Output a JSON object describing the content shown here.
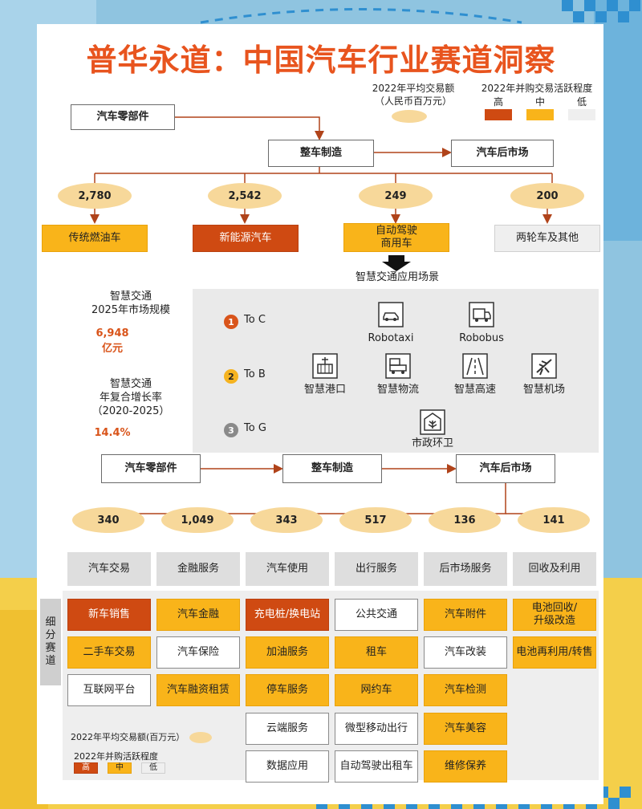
{
  "title": "普华永道：中国汽车行业赛道洞察",
  "legend": {
    "avg_label_1": "2022年平均交易额",
    "avg_label_2": "（人民币百万元）",
    "activity_label": "2022年并购交易活跃程度",
    "high": "高",
    "mid": "中",
    "low": "低",
    "colors": {
      "high": "#cf4a12",
      "mid": "#f9b41a",
      "low": "#efefef",
      "oval": "#f7d89a"
    }
  },
  "top_chain": {
    "parts": "汽车零部件",
    "vehicle": "整车制造",
    "after": "汽车后市场"
  },
  "segments": [
    {
      "value": "2,780",
      "label": "传统燃油车",
      "level": "mid"
    },
    {
      "value": "2,542",
      "label": "新能源汽车",
      "level": "high"
    },
    {
      "value": "249",
      "label": "自动驾驶\n商用车",
      "level": "mid"
    },
    {
      "value": "200",
      "label": "两轮车及其他",
      "level": "low"
    }
  ],
  "smart_transport": {
    "heading": "智慧交通应用场景",
    "market_label": "智慧交通\n2025年市场规模",
    "market_value": "6,948\n亿元",
    "cagr_label": "智慧交通\n年复合增长率\n（2020-2025）",
    "cagr_value": "14.4%",
    "rows": [
      {
        "num": "1",
        "label": "To C",
        "color": "#d9541a"
      },
      {
        "num": "2",
        "label": "To B",
        "color": "#f5b320"
      },
      {
        "num": "3",
        "label": "To G",
        "color": "#8a8a8a"
      }
    ],
    "scenes": {
      "robotaxi": "Robotaxi",
      "robobus": "Robobus",
      "port": "智慧港口",
      "logistics": "智慧物流",
      "highway": "智慧高速",
      "airport": "智慧机场",
      "municipal": "市政环卫"
    }
  },
  "bottom_chain": {
    "parts": "汽车零部件",
    "vehicle": "整车制造",
    "after": "汽车后市场"
  },
  "services": [
    {
      "value": "340",
      "label": "汽车交易"
    },
    {
      "value": "1,049",
      "label": "金融服务"
    },
    {
      "value": "343",
      "label": "汽车使用"
    },
    {
      "value": "517",
      "label": "出行服务"
    },
    {
      "value": "136",
      "label": "后市场服务"
    },
    {
      "value": "141",
      "label": "回收及利用"
    }
  ],
  "subdivision_label": "细\n分\n赛\n道",
  "grid": [
    [
      {
        "t": "新车销售",
        "c": "red"
      },
      {
        "t": "二手车交易",
        "c": "yel"
      },
      {
        "t": "互联网平台",
        "c": "out"
      }
    ],
    [
      {
        "t": "汽车金融",
        "c": "yel"
      },
      {
        "t": "汽车保险",
        "c": "out"
      },
      {
        "t": "汽车融资租赁",
        "c": "yel"
      }
    ],
    [
      {
        "t": "充电桩/换电站",
        "c": "red"
      },
      {
        "t": "加油服务",
        "c": "yel"
      },
      {
        "t": "停车服务",
        "c": "yel"
      },
      {
        "t": "云端服务",
        "c": "out"
      },
      {
        "t": "数据应用",
        "c": "out"
      }
    ],
    [
      {
        "t": "公共交通",
        "c": "out"
      },
      {
        "t": "租车",
        "c": "yel"
      },
      {
        "t": "网约车",
        "c": "yel"
      },
      {
        "t": "微型移动出行",
        "c": "out"
      },
      {
        "t": "自动驾驶出租车",
        "c": "out"
      }
    ],
    [
      {
        "t": "汽车附件",
        "c": "yel"
      },
      {
        "t": "汽车改装",
        "c": "out"
      },
      {
        "t": "汽车检测",
        "c": "yel"
      },
      {
        "t": "汽车美容",
        "c": "yel"
      },
      {
        "t": "维修保养",
        "c": "yel"
      }
    ],
    [
      {
        "t": "电池回收/\n升级改造",
        "c": "yel"
      },
      {
        "t": "电池再利用/转售",
        "c": "yel"
      }
    ]
  ],
  "bottom_legend": {
    "avg_label": "2022年平均交易额(百万元）",
    "activity_label": "2022年并购活跃程度",
    "high": "高",
    "mid": "中",
    "low": "低"
  }
}
